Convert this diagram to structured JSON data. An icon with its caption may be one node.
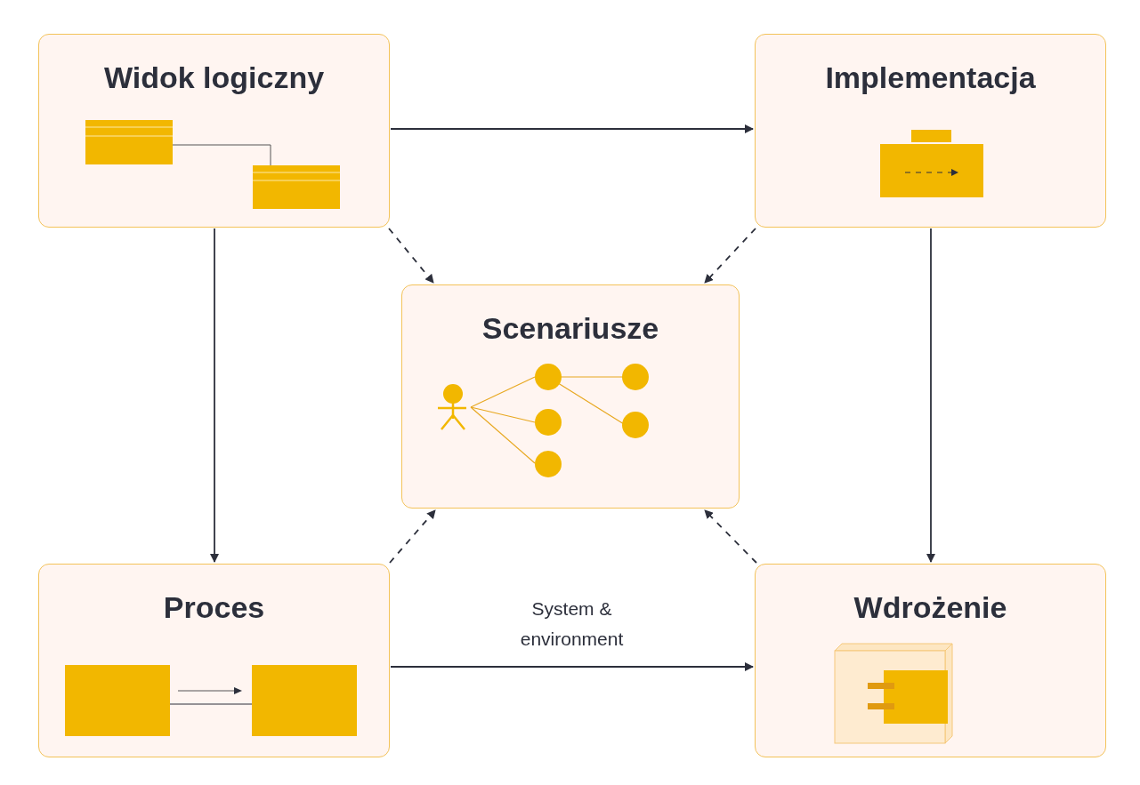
{
  "diagram": {
    "nodes": [
      {
        "text": [
          "Widok logiczny"
        ]
      },
      {
        "text": [
          "Implementacja"
        ]
      },
      {
        "text": [
          "Scenariusze"
        ]
      },
      {
        "text": [
          "Proces"
        ]
      },
      {
        "text": [
          "Wdrożenie"
        ]
      }
    ],
    "edges": [
      {
        "from": 0,
        "to": 1,
        "arrow": "to"
      },
      {
        "from": 0,
        "to": 2,
        "arrow": "to",
        "style": "dashed"
      },
      {
        "from": 1,
        "to": 2,
        "arrow": "to",
        "style": "dashed"
      },
      {
        "from": 0,
        "to": 3,
        "arrow": "to"
      },
      {
        "from": 1,
        "to": 4,
        "arrow": "to"
      },
      {
        "from": 3,
        "to": 2,
        "arrow": "to",
        "style": "dashed"
      },
      {
        "from": 4,
        "to": 2,
        "arrow": "to",
        "style": "dashed"
      },
      {
        "from": 3,
        "to": 4,
        "arrow": "to",
        "label": "System & environment"
      }
    ]
  }
}
